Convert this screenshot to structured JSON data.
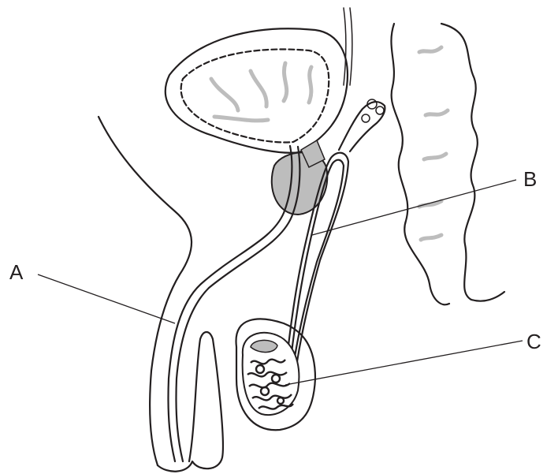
{
  "colors": {
    "line": "#231f20",
    "gland_fill": "#bdbdbd",
    "fold_gray": "#bdbdbd",
    "background": "#ffffff"
  },
  "labels": {
    "a": "A",
    "b": "B",
    "c": "C"
  }
}
